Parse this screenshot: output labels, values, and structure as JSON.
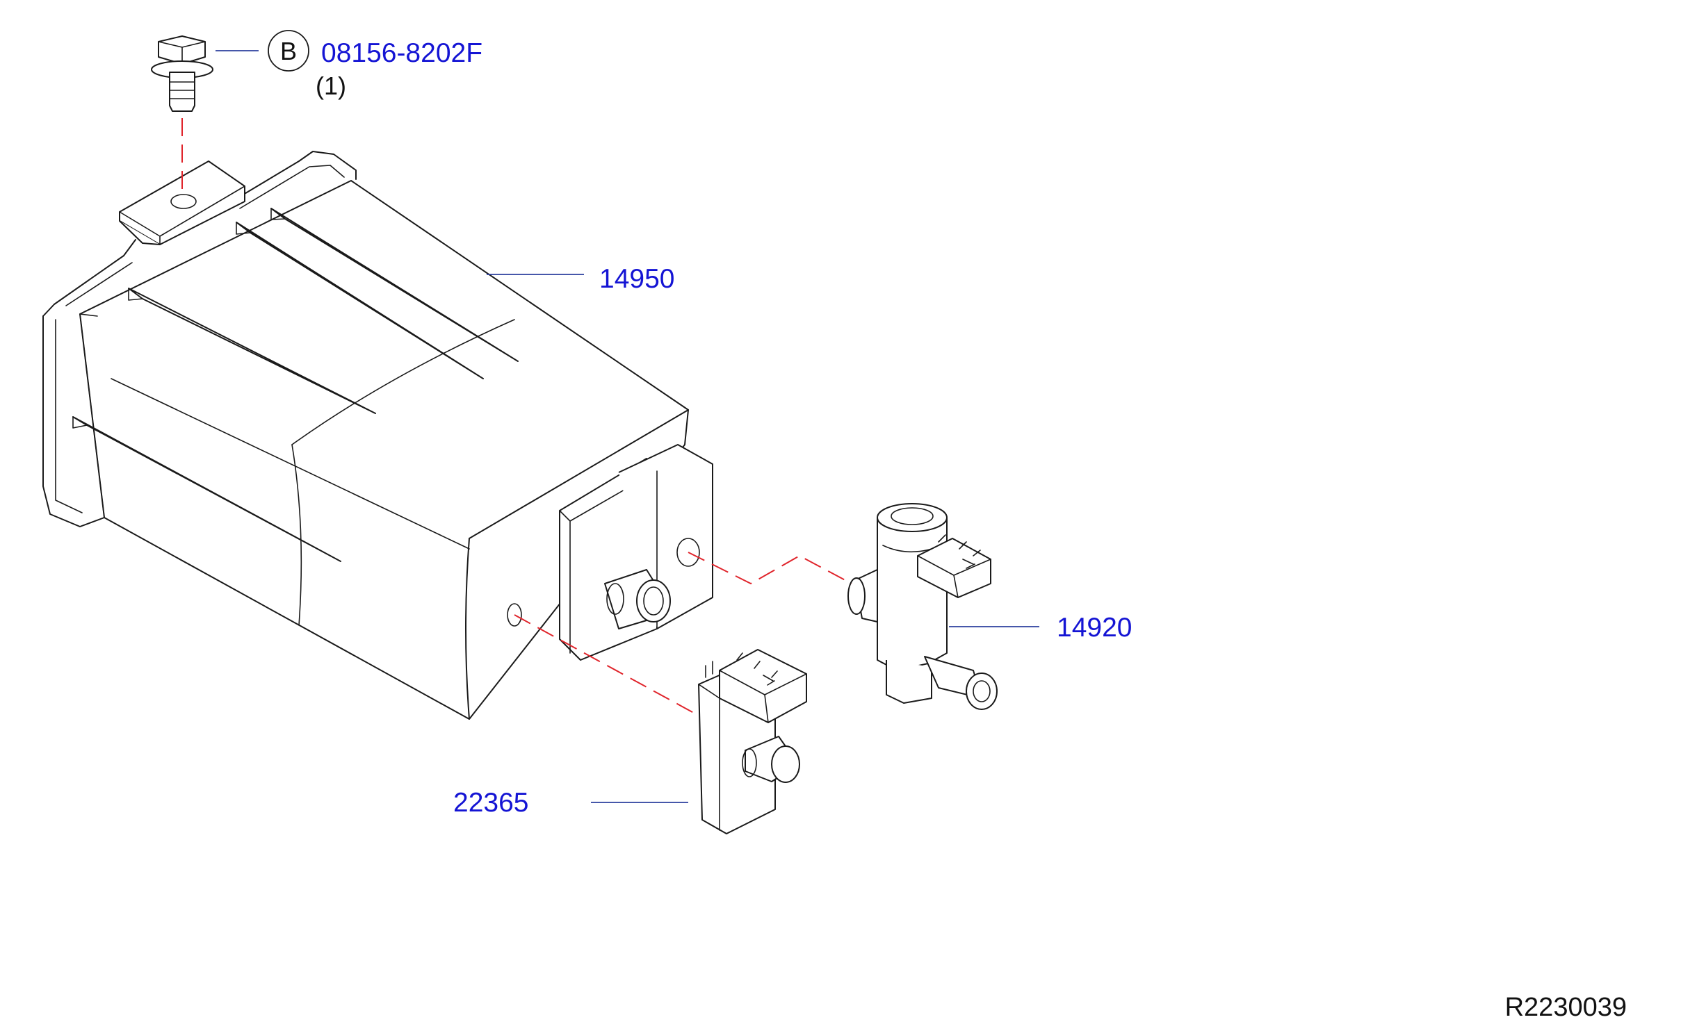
{
  "callouts": {
    "bolt": {
      "marker": "B",
      "part_no": "08156-8202F",
      "qty": "(1)"
    },
    "canister": {
      "part_no": "14950"
    },
    "valve": {
      "part_no": "14920"
    },
    "sensor": {
      "part_no": "22365"
    }
  },
  "reference": "R2230039",
  "colors": {
    "callout_text": "#1414d4",
    "leader_line": "#2b3f9e",
    "dash_line": "#e0242b",
    "outline": "#1a1a1a"
  }
}
